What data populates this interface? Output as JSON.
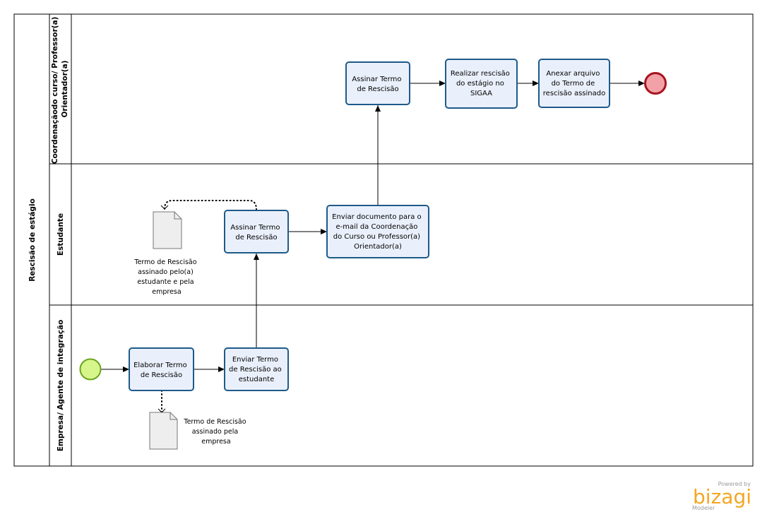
{
  "pool": {
    "label": "Rescisão de estágio"
  },
  "lanes": [
    {
      "id": "coordenacao",
      "label_lines": [
        "Coordenaçãodo curso/ Professor(a)",
        "Orientador(a)"
      ]
    },
    {
      "id": "estudante",
      "label_lines": [
        "Estudante"
      ]
    },
    {
      "id": "empresa",
      "label_lines": [
        "Empresa/ Agente de integração"
      ]
    }
  ],
  "tasks": [
    {
      "id": "elaborar",
      "lines": [
        "Elaborar Termo",
        "de Rescisão"
      ]
    },
    {
      "id": "enviar_termo",
      "lines": [
        "Enviar Termo",
        "de Rescisão ao",
        "estudante"
      ]
    },
    {
      "id": "assinar_estudante",
      "lines": [
        "Assinar Termo",
        "de Rescisão"
      ]
    },
    {
      "id": "enviar_doc",
      "lines": [
        "Enviar documento para o",
        "e-mail da Coordenação",
        "do Curso ou Professor(a)",
        "Orientador(a)"
      ]
    },
    {
      "id": "assinar_coord",
      "lines": [
        "Assinar Termo",
        "de Rescisão"
      ]
    },
    {
      "id": "realizar",
      "lines": [
        "Realizar rescisão",
        "do estágio no",
        "SIGAA"
      ]
    },
    {
      "id": "anexar",
      "lines": [
        "Anexar arquivo",
        "do Termo de",
        "rescisão assinado"
      ]
    }
  ],
  "artifacts": [
    {
      "id": "doc_estudante",
      "lines": [
        "Termo de Rescisão",
        "assinado pelo(a)",
        "estudante e pela",
        "empresa"
      ]
    },
    {
      "id": "doc_empresa",
      "lines": [
        "Termo de Rescisão",
        "assinado pela",
        "empresa"
      ]
    }
  ],
  "branding": {
    "powered": "Powered by",
    "name": "bizagi",
    "product": "Modeler"
  },
  "colors": {
    "task_fill": "#eaf0fb",
    "task_stroke": "#1e5a8a",
    "start_fill": "#d6f58a",
    "start_stroke": "#6aa51f",
    "end_fill": "#f2a2a7",
    "end_stroke": "#a8141e",
    "doc_fill": "#eeeeee",
    "brand": "#f5a623"
  }
}
